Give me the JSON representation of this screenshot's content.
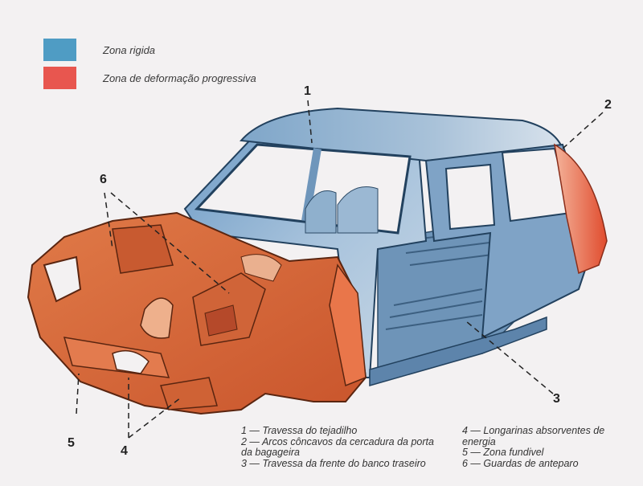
{
  "legend": [
    {
      "label": "Zona rigida",
      "color": "#4f9cc4"
    },
    {
      "label": "Zona de deformação progressiva",
      "color": "#e8564f"
    }
  ],
  "callouts": [
    "1",
    "2",
    "3",
    "4",
    "5",
    "6"
  ],
  "captions_left": [
    {
      "num": "1",
      "text": "Travessa do tejadilho"
    },
    {
      "num": "2",
      "text": "Arcos côncavos da cercadura da porta da bagageira"
    },
    {
      "num": "3",
      "text": "Travessa da frente do banco traseiro"
    }
  ],
  "captions_right": [
    {
      "num": "4",
      "text": "Longarinas absorventes de energia"
    },
    {
      "num": "5",
      "text": "Zona fundivel"
    },
    {
      "num": "6",
      "text": "Guardas de anteparo"
    }
  ],
  "colors": {
    "rigid": "#4f9cc4",
    "deform": "#e8564f",
    "orange_body": "#d9683a",
    "blue_body": "#8fb3d2",
    "background": "#f3f1f2"
  }
}
